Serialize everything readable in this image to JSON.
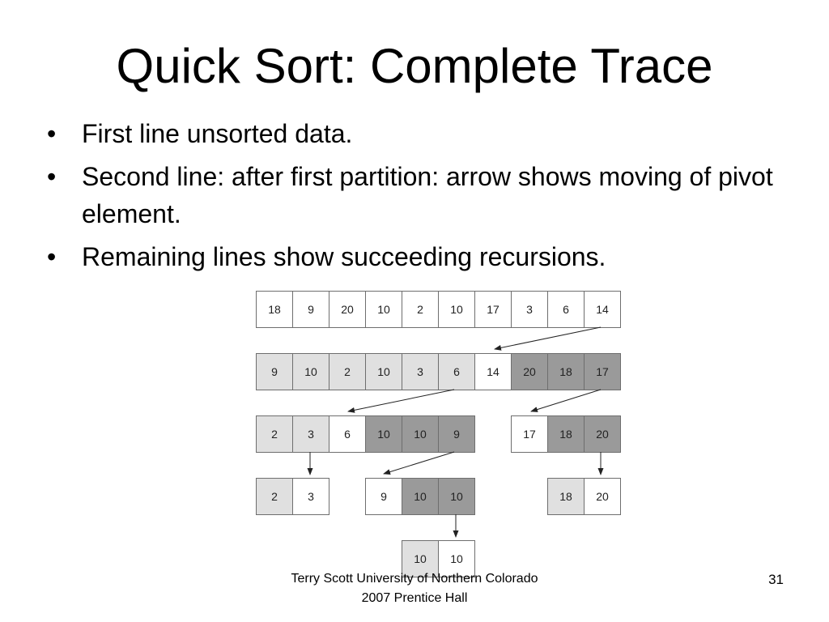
{
  "slide": {
    "title": "Quick Sort: Complete Trace",
    "bullets": [
      {
        "marker": "•",
        "text": "First line unsorted data."
      },
      {
        "marker": "•",
        "text": "Second line: after first partition: arrow shows moving of pivot element."
      },
      {
        "marker": "•",
        "text": "Remaining lines show succeeding recursions."
      }
    ],
    "footer": "Terry Scott University of Northern Colorado 2007 Prentice Hall",
    "page_number": "31"
  },
  "colors": {
    "white": "#ffffff",
    "light": "#e0e0e0",
    "dark": "#9a9a9a",
    "border": "#6e6e6e",
    "arrow": "#222222"
  },
  "trace": {
    "rows": [
      {
        "groups": [
          {
            "cells": [
              {
                "v": "18",
                "s": "white"
              },
              {
                "v": "9",
                "s": "white"
              },
              {
                "v": "20",
                "s": "white"
              },
              {
                "v": "10",
                "s": "white"
              },
              {
                "v": "2",
                "s": "white"
              },
              {
                "v": "10",
                "s": "white"
              },
              {
                "v": "17",
                "s": "white"
              },
              {
                "v": "3",
                "s": "white"
              },
              {
                "v": "6",
                "s": "white"
              },
              {
                "v": "14",
                "s": "white"
              }
            ]
          }
        ]
      },
      {
        "groups": [
          {
            "cells": [
              {
                "v": "9",
                "s": "light"
              },
              {
                "v": "10",
                "s": "light"
              },
              {
                "v": "2",
                "s": "light"
              },
              {
                "v": "10",
                "s": "light"
              },
              {
                "v": "3",
                "s": "light"
              },
              {
                "v": "6",
                "s": "light"
              },
              {
                "v": "14",
                "s": "white"
              },
              {
                "v": "20",
                "s": "dark"
              },
              {
                "v": "18",
                "s": "dark"
              },
              {
                "v": "17",
                "s": "dark"
              }
            ]
          }
        ]
      },
      {
        "groups": [
          {
            "cells": [
              {
                "v": "2",
                "s": "light"
              },
              {
                "v": "3",
                "s": "light"
              },
              {
                "v": "6",
                "s": "white"
              },
              {
                "v": "10",
                "s": "dark"
              },
              {
                "v": "10",
                "s": "dark"
              },
              {
                "v": "9",
                "s": "dark"
              }
            ]
          },
          {
            "cells": [
              {
                "v": "17",
                "s": "white"
              },
              {
                "v": "18",
                "s": "dark"
              },
              {
                "v": "20",
                "s": "dark"
              }
            ]
          }
        ]
      },
      {
        "groups": [
          {
            "cells": [
              {
                "v": "2",
                "s": "light"
              },
              {
                "v": "3",
                "s": "white"
              }
            ]
          },
          {
            "cells": [
              {
                "v": "9",
                "s": "white"
              },
              {
                "v": "10",
                "s": "dark"
              },
              {
                "v": "10",
                "s": "dark"
              }
            ]
          },
          {
            "cells": [
              {
                "v": "18",
                "s": "light"
              },
              {
                "v": "20",
                "s": "white"
              }
            ]
          }
        ]
      },
      {
        "groups": [
          {
            "cells": [
              {
                "v": "10",
                "s": "light"
              },
              {
                "v": "10",
                "s": "white"
              }
            ]
          }
        ]
      }
    ]
  }
}
